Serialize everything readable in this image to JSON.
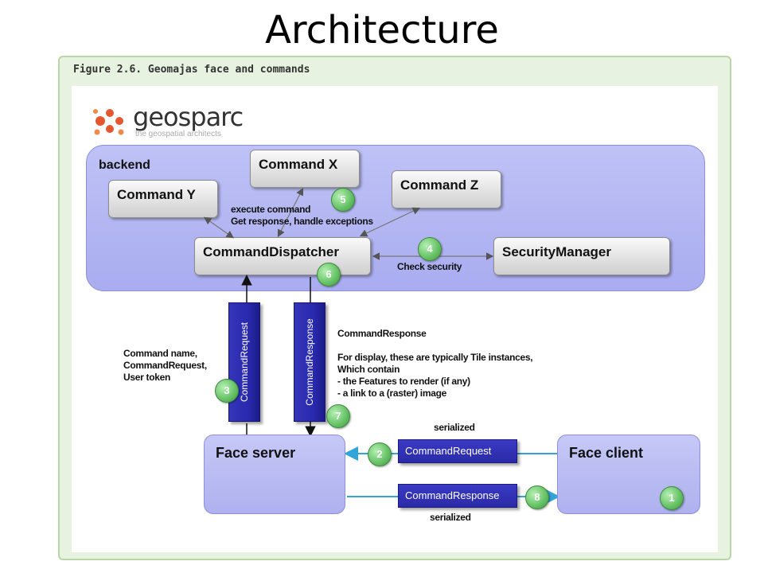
{
  "slide_title": "Architecture",
  "figure_caption": "Figure 2.6. Geomajas face and commands",
  "logo": {
    "word": "geosparc",
    "tagline": "the geospatial architects"
  },
  "backend": {
    "label": "backend",
    "command_y": "Command Y",
    "command_x": "Command X",
    "command_z": "Command Z",
    "dispatcher": "CommandDispatcher",
    "security": "SecurityManager",
    "execute_note": [
      "execute command",
      "Get response,  handle exceptions"
    ],
    "check_security": "Check security"
  },
  "transport": {
    "request_bar": "CommandRequest",
    "response_bar": "CommandResponse",
    "request_note": [
      "Command name,",
      "CommandRequest,",
      "User token"
    ],
    "response_note": [
      "CommandResponse",
      "",
      "For display, these are typically Tile instances,",
      "Which contain",
      "- the Features to render (if any)",
      "- a link to a (raster) image"
    ]
  },
  "face_server": "Face server",
  "face_client": "Face client",
  "messages": {
    "request": "CommandRequest",
    "response": "CommandResponse",
    "serialized_top": "serialized",
    "serialized_bottom": "serialized"
  },
  "steps": [
    "1",
    "2",
    "3",
    "4",
    "5",
    "6",
    "7",
    "8"
  ],
  "colors": {
    "backend": "#afb2f0",
    "bar": "#2c2cb0",
    "badge": "#6ac46a",
    "frame": "#e7f2e0",
    "arrow": "#33a4d8"
  }
}
